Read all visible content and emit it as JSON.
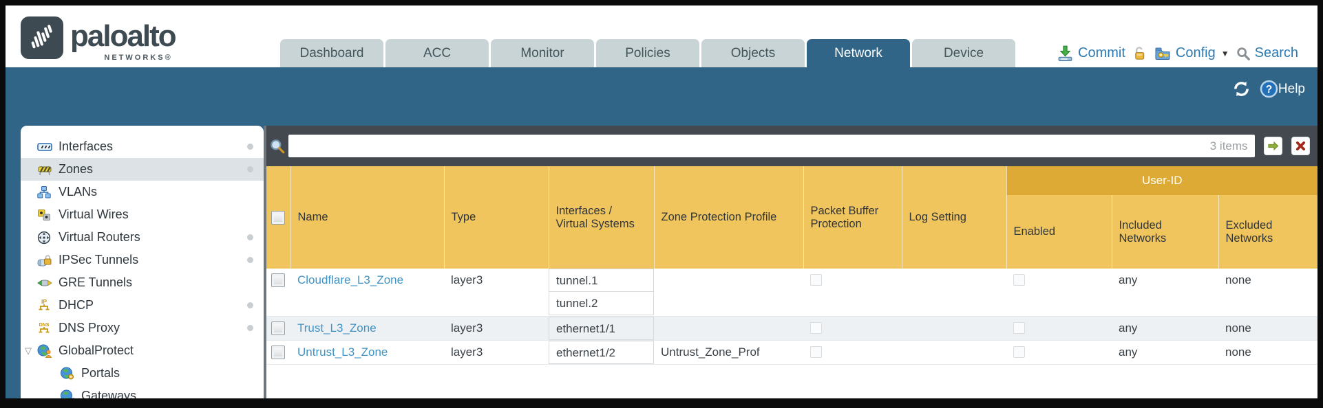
{
  "brand": {
    "name": "paloalto",
    "subtitle": "NETWORKS®"
  },
  "nav_tabs": [
    {
      "label": "Dashboard",
      "selected": false
    },
    {
      "label": "ACC",
      "selected": false
    },
    {
      "label": "Monitor",
      "selected": false
    },
    {
      "label": "Policies",
      "selected": false
    },
    {
      "label": "Objects",
      "selected": false
    },
    {
      "label": "Network",
      "selected": true
    },
    {
      "label": "Device",
      "selected": false
    }
  ],
  "header_actions": {
    "commit_label": "Commit",
    "config_label": "Config",
    "search_label": "Search"
  },
  "toolbar": {
    "help_label": "Help"
  },
  "filter": {
    "value": "",
    "items_count": "3 items"
  },
  "sidebar": {
    "items": [
      {
        "label": "Interfaces",
        "icon": "interfaces-icon",
        "dot": true,
        "selected": false
      },
      {
        "label": "Zones",
        "icon": "zones-icon",
        "dot": true,
        "selected": true
      },
      {
        "label": "VLANs",
        "icon": "vlans-icon",
        "dot": false,
        "selected": false
      },
      {
        "label": "Virtual Wires",
        "icon": "virtual-wires-icon",
        "dot": false,
        "selected": false
      },
      {
        "label": "Virtual Routers",
        "icon": "virtual-routers-icon",
        "dot": true,
        "selected": false
      },
      {
        "label": "IPSec Tunnels",
        "icon": "ipsec-tunnels-icon",
        "dot": true,
        "selected": false
      },
      {
        "label": "GRE Tunnels",
        "icon": "gre-tunnels-icon",
        "dot": false,
        "selected": false
      },
      {
        "label": "DHCP",
        "icon": "dhcp-icon",
        "dot": true,
        "selected": false
      },
      {
        "label": "DNS Proxy",
        "icon": "dns-proxy-icon",
        "dot": true,
        "selected": false
      },
      {
        "label": "GlobalProtect",
        "icon": "globalprotect-icon",
        "dot": false,
        "selected": false,
        "expanded": true
      },
      {
        "label": "Portals",
        "icon": "portals-icon",
        "dot": false,
        "selected": false,
        "child": true
      },
      {
        "label": "Gateways",
        "icon": "gateways-icon",
        "dot": false,
        "selected": false,
        "child": true
      }
    ]
  },
  "table": {
    "group_header": "User-ID",
    "columns": [
      "Name",
      "Type",
      "Interfaces / Virtual Systems",
      "Zone Protection Profile",
      "Packet Buffer Protection",
      "Log Setting",
      "Enabled",
      "Included Networks",
      "Excluded Networks"
    ],
    "rows": [
      {
        "name": "Cloudflare_L3_Zone",
        "type": "layer3",
        "interfaces": [
          "tunnel.1",
          "tunnel.2"
        ],
        "zone_protection_profile": "",
        "packet_buffer_protection": false,
        "log_setting": "",
        "user_id_enabled": false,
        "included_networks": "any",
        "excluded_networks": "none"
      },
      {
        "name": "Trust_L3_Zone",
        "type": "layer3",
        "interfaces": [
          "ethernet1/1"
        ],
        "zone_protection_profile": "",
        "packet_buffer_protection": false,
        "log_setting": "",
        "user_id_enabled": false,
        "included_networks": "any",
        "excluded_networks": "none"
      },
      {
        "name": "Untrust_L3_Zone",
        "type": "layer3",
        "interfaces": [
          "ethernet1/2"
        ],
        "zone_protection_profile": "Untrust_Zone_Prof",
        "packet_buffer_protection": false,
        "log_setting": "",
        "user_id_enabled": false,
        "included_networks": "any",
        "excluded_networks": "none"
      }
    ]
  },
  "colors": {
    "accent_teal": "#306588",
    "header_amber": "#f0c55e",
    "header_amber_dark": "#dcaa35",
    "link_blue": "#3f93c5",
    "tab_gray": "#c9d4d6"
  }
}
